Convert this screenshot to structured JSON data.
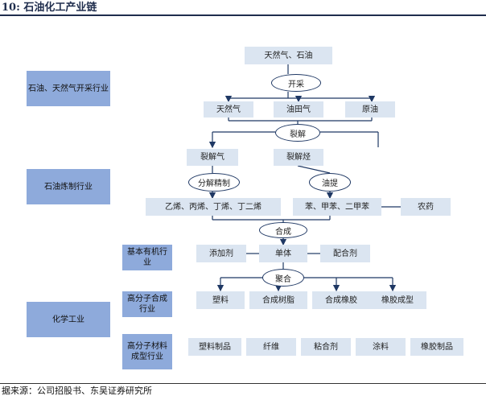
{
  "figure_title": "10:  石油化工产业链",
  "source": "据来源：公司招股书、东吴证券研究所",
  "left_categories": {
    "petroleum_gas_extraction": "石油、天然气开采行业",
    "petroleum_refining": "石油炼制行业",
    "basic_organic": "基本有机行业",
    "chemical_industry": "化学工业",
    "polymer_synthesis": "高分子合成行业",
    "polymer_forming": "高分子材料成型行业"
  },
  "nodes": {
    "raw_materials": "天然气、石油",
    "natural_gas": "天然气",
    "oilfield_gas": "油田气",
    "crude_oil": "原油",
    "cracked_gas": "裂解气",
    "cracked_hydrocarbon": "裂解烃",
    "olefins": "乙烯、丙烯、丁烯、丁二烯",
    "aromatics": "苯、甲苯、二甲苯",
    "pesticide": "农药",
    "additive": "添加剂",
    "monomer": "单体",
    "complexing_agent": "配合剂",
    "plastic": "塑料",
    "synthetic_resin": "合成树脂",
    "synthetic_rubber": "合成橡胶",
    "rubber_forming": "橡胶成型",
    "plastic_products": "塑料制品",
    "fiber": "纤维",
    "adhesive": "粘合剂",
    "coating": "涂料",
    "rubber_products": "橡胶制品"
  },
  "processes": {
    "extraction": "开采",
    "cracking": "裂解",
    "fractionation": "分解精制",
    "oil_extraction": "油提",
    "synthesis": "合成",
    "polymerization": "聚合"
  },
  "colors": {
    "left_box": "#8eaadb",
    "light_box": "#dbe5f1",
    "line": "#1f3864"
  }
}
